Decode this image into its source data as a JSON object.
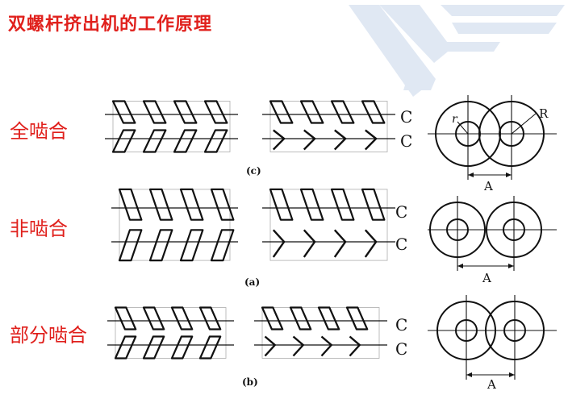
{
  "title": "双螺杆挤出机的工作原理",
  "rows": [
    {
      "label": "全啮合",
      "sub": "(c)"
    },
    {
      "label": "非啮合",
      "sub": "(a)"
    },
    {
      "label": "部分啮合",
      "sub": "(b)"
    }
  ],
  "diagram": {
    "letter_r": "r",
    "letter_R": "R",
    "letter_A": "A",
    "letter_C": "C"
  },
  "colors": {
    "title": "#e0201c",
    "ink": "#111111",
    "watermark": "#dbe4f2"
  }
}
